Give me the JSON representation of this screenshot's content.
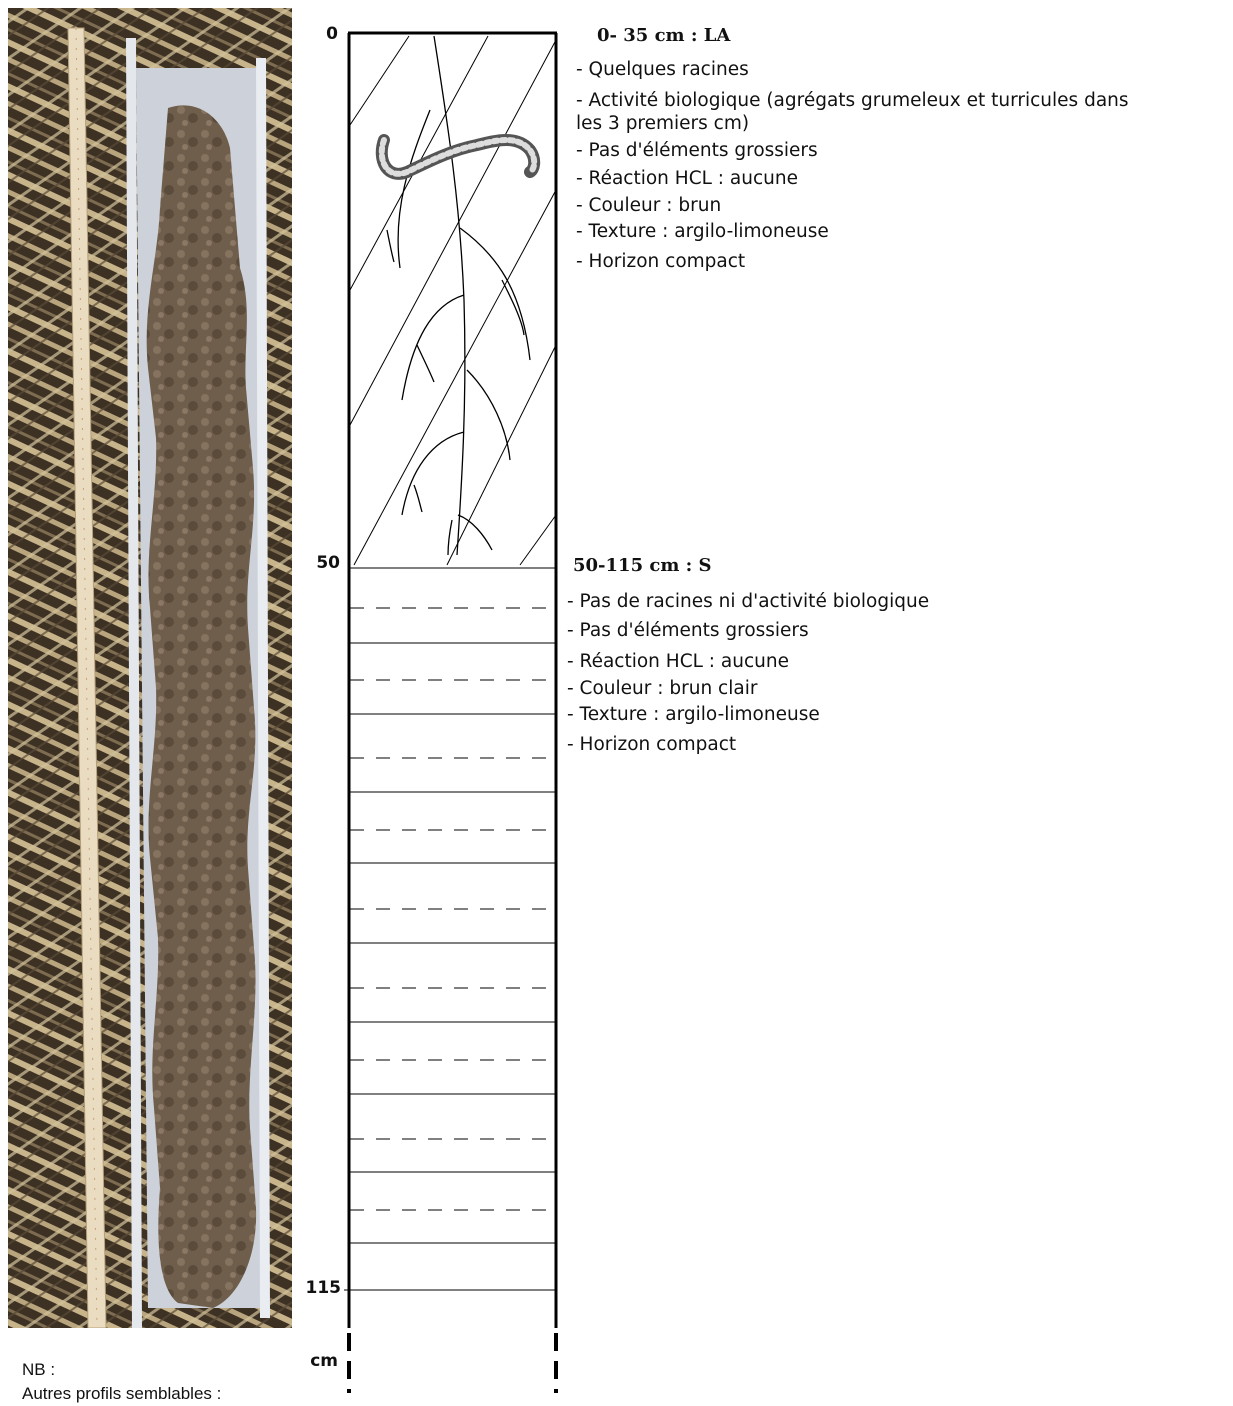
{
  "depth_labels": {
    "d0": "0",
    "d50": "50",
    "d115": "115",
    "unit": "cm"
  },
  "horizons": [
    {
      "title": "0- 35 cm : LA",
      "items": [
        "- Quelques racines",
        "- Activité biologique (agrégats grumeleux et turricules dans",
        "les 3 premiers cm)",
        "- Pas d'éléments grossiers",
        "- Réaction HCL : aucune",
        "- Couleur : brun",
        "- Texture : argilo-limoneuse",
        "- Horizon compact"
      ]
    },
    {
      "title": "50-115 cm : S",
      "items": [
        "- Pas de racines ni d'activité biologique",
        "- Pas d'éléments grossiers",
        "- Réaction HCL : aucune",
        "- Couleur : brun clair",
        "- Texture : argilo-limoneuse",
        "- Horizon compact"
      ]
    }
  ],
  "note": {
    "nb": "NB :",
    "autres": "Autres profils semblables :"
  },
  "colors": {
    "soil": "#6b5a48",
    "straw": "#9c8a68",
    "tube": "#d8dce2",
    "ruler": "#e9d9bd"
  }
}
